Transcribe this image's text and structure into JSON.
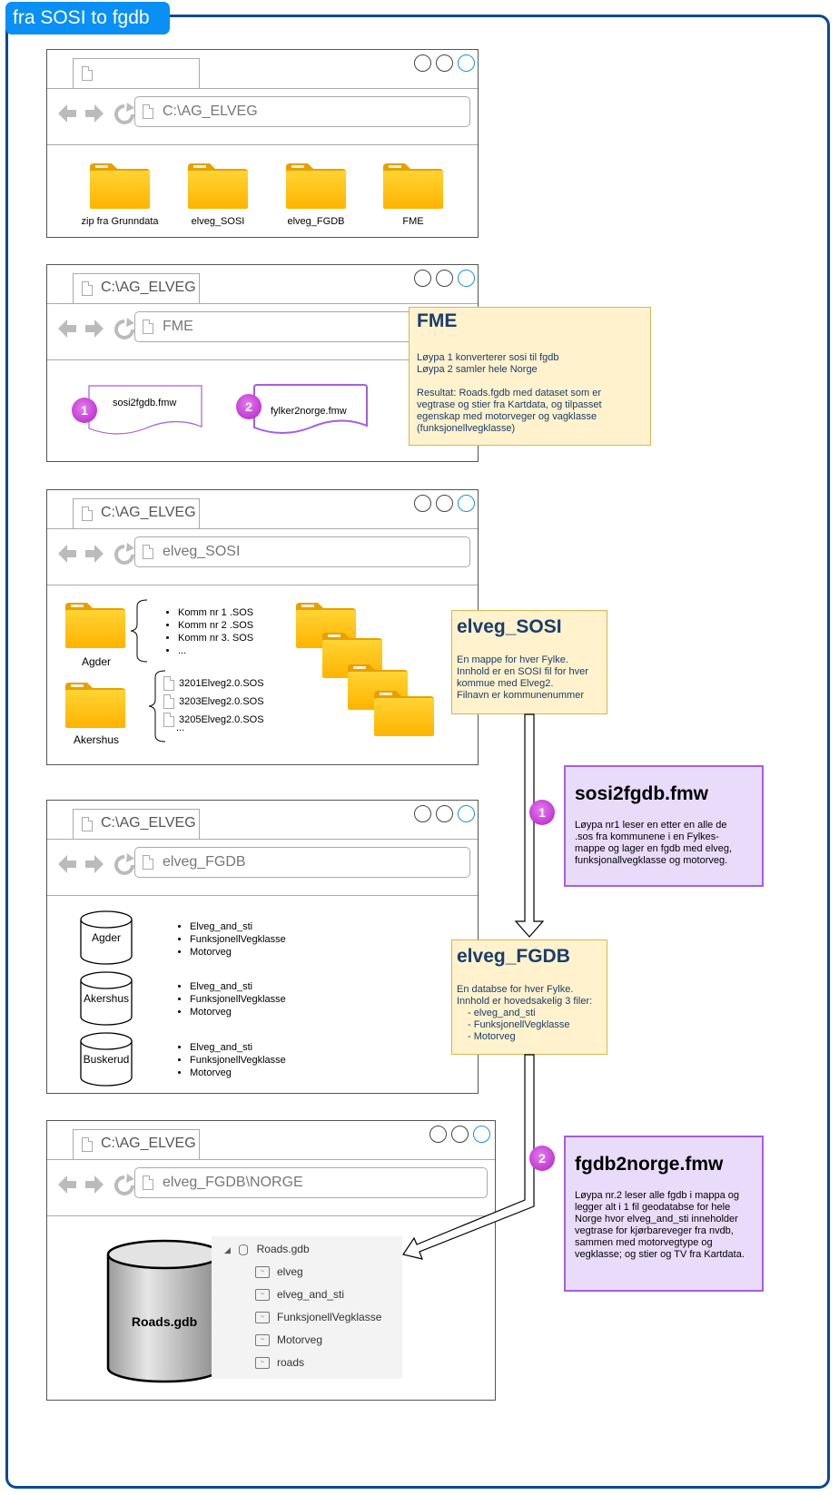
{
  "main_title": "fra SOSI to fgdb",
  "win1": {
    "address": "C:\\AG_ELVEG",
    "folders": [
      "zip fra Grunndata",
      "elveg_SOSI",
      "elveg_FGDB",
      "FME"
    ]
  },
  "win2": {
    "tab": "C:\\AG_ELVEG",
    "address": "FME",
    "files": [
      {
        "num": "1",
        "name": "sosi2fgdb.fmw"
      },
      {
        "num": "2",
        "name": "fylker2norge.fmw"
      }
    ]
  },
  "note_fme": {
    "title": "FME",
    "line1": "Løypa 1 konverterer sosi til fgdb",
    "line2": "Løypa 2 samler hele Norge",
    "line3": "Resultat: Roads.fgdb med dataset som er",
    "line4": "vegtrase og stier fra Kartdata, og tilpasset",
    "line5": "egenskap med motorveger og vagklasse",
    "line6": "(funksjonellvegklasse)"
  },
  "win3": {
    "tab": "C:\\AG_ELVEG",
    "address": "elveg_SOSI",
    "agder": "Agder",
    "akershus": "Akershus",
    "agder_items": [
      "Komm nr 1 .SOS",
      "Komm nr 2 .SOS",
      "Komm nr 3. SOS",
      "..."
    ],
    "akershus_files": [
      "3201Elveg2.0.SOS",
      "3203Elveg2.0.SOS",
      "3205Elveg2.0.SOS"
    ],
    "akershus_more": "..."
  },
  "note_sosi": {
    "title": "elveg_SOSI",
    "line1": "En mappe for hver Fylke.",
    "line2": "Innhold er en SOSI fil for hver",
    "line3": "kommue med Elveg2.",
    "line4": "Filnavn er kommunenummer"
  },
  "note_sosi2fgdb": {
    "num": "1",
    "title": "sosi2fgdb.fmw",
    "line1": "Løypa nr1 leser en etter en alle  de",
    "line2": ".sos fra kommunene i en Fylkes-",
    "line3": "mappe og lager en fgdb med elveg,",
    "line4": "funksjonallvegklasse og motorveg."
  },
  "win4": {
    "tab": "C:\\AG_ELVEG",
    "address": "elveg_FGDB",
    "dbs": [
      {
        "name": "Agder",
        "items": [
          "Elveg_and_sti",
          "FunksjonellVegklasse",
          "Motorveg"
        ]
      },
      {
        "name": "Akershus",
        "items": [
          "Elveg_and_sti",
          "FunksjonellVegklasse",
          "Motorveg"
        ]
      },
      {
        "name": "Buskerud",
        "items": [
          "Elveg_and_sti",
          "FunksjonellVegklasse",
          "Motorveg"
        ]
      }
    ]
  },
  "note_fgdb": {
    "title": "elveg_FGDB",
    "line1": "En databse for hver Fylke.",
    "line2": "Innhold er hovedsakelig 3 filer:",
    "line3": "- elveg_and_sti",
    "line4": "- FunksjonellVegklasse",
    "line5": "- Motorveg"
  },
  "note_fgdb2norge": {
    "num": "2",
    "title": "fgdb2norge.fmw",
    "line1": "Løypa nr.2 leser alle fgdb i mappa og",
    "line2": "legger alt i 1 fil geodatabse for hele",
    "line3": "Norge hvor elveg_and_sti inneholder",
    "line4": "vegtrase for kjørbareveger fra nvdb,",
    "line5": "sammen med motorvegtype og",
    "line6": "vegklasse; og stier og TV fra Kartdata."
  },
  "win5": {
    "tab": "C:\\AG_ELVEG",
    "address": "elveg_FGDB\\NORGE",
    "db_label": "Roads.gdb",
    "tree_root": "Roads.gdb",
    "tree_items": [
      "elveg",
      "elveg_and_sti",
      "FunksjonellVegklasse",
      "Motorveg",
      "roads"
    ]
  },
  "colors": {
    "frame": "#0b4a92",
    "title_bg": "#0a8ff5",
    "note_bg": "#fff2cc",
    "note_border": "#d6b656",
    "purple_bg": "#e9dcfa",
    "purple_border": "#a45fe0",
    "folder": "#ffc107"
  }
}
